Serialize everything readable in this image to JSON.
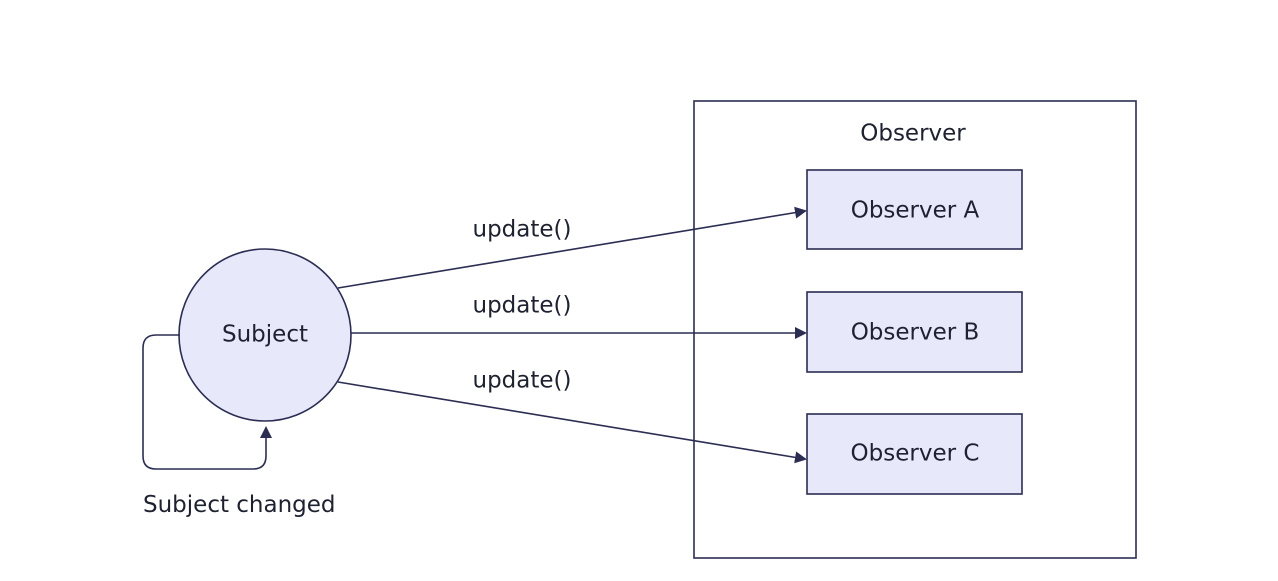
{
  "colors": {
    "stroke": "#2b2d52",
    "node_fill": "#e8e8fb",
    "background": "#ffffff",
    "text": "#1e2230"
  },
  "subject": {
    "label": "Subject",
    "self_loop_label": "Subject changed"
  },
  "group": {
    "label": "Observer"
  },
  "observers": [
    {
      "label": "Observer A"
    },
    {
      "label": "Observer B"
    },
    {
      "label": "Observer C"
    }
  ],
  "edges": [
    {
      "label": "update()"
    },
    {
      "label": "update()"
    },
    {
      "label": "update()"
    }
  ]
}
